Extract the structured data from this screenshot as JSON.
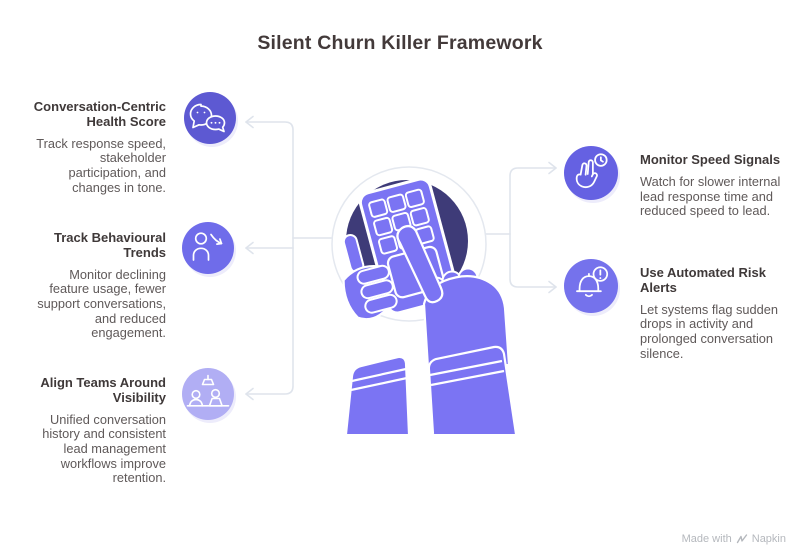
{
  "header": {
    "title": "Silent Churn Killer Framework"
  },
  "left_items": [
    {
      "heading": "Conversation-Centric Health Score",
      "body": "Track response speed, stakeholder participation, and changes in tone.",
      "icon": "chat-bubbles-icon",
      "circle_color": "#5d59d2"
    },
    {
      "heading": "Track Behavioural Trends",
      "body": "Monitor declining feature usage, fewer support conversations, and reduced engagement.",
      "icon": "person-decline-trend-icon",
      "circle_color": "#6f6cea"
    },
    {
      "heading": "Align Teams Around Visibility",
      "body": "Unified conversation history and consistent lead management workflows improve retention.",
      "icon": "team-meeting-lamp-icon",
      "circle_color": "#b1aef4"
    }
  ],
  "right_items": [
    {
      "heading": "Monitor Speed Signals",
      "body": "Watch for slower internal lead response time and reduced speed to lead.",
      "icon": "tap-gesture-clock-icon",
      "circle_color": "#6561e2"
    },
    {
      "heading": "Use Automated Risk Alerts",
      "body": "Let systems flag sudden drops in activity and prolonged conversation silence.",
      "icon": "bell-alert-icon",
      "circle_color": "#7572ec"
    }
  ],
  "center_illustration": "hands-pressing-calculator-illustration",
  "watermark": {
    "prefix": "Made with",
    "brand": "Napkin"
  },
  "colors": {
    "background": "#ffffff",
    "title_text": "#433a3a",
    "heading_text": "#3f3939",
    "body_text": "#5f5959",
    "connector": "#dfe4ec",
    "illustration_purple": "#7b74f3",
    "illustration_dark_circle": "#3e3b78",
    "watermark_text": "#b5b8bd"
  }
}
